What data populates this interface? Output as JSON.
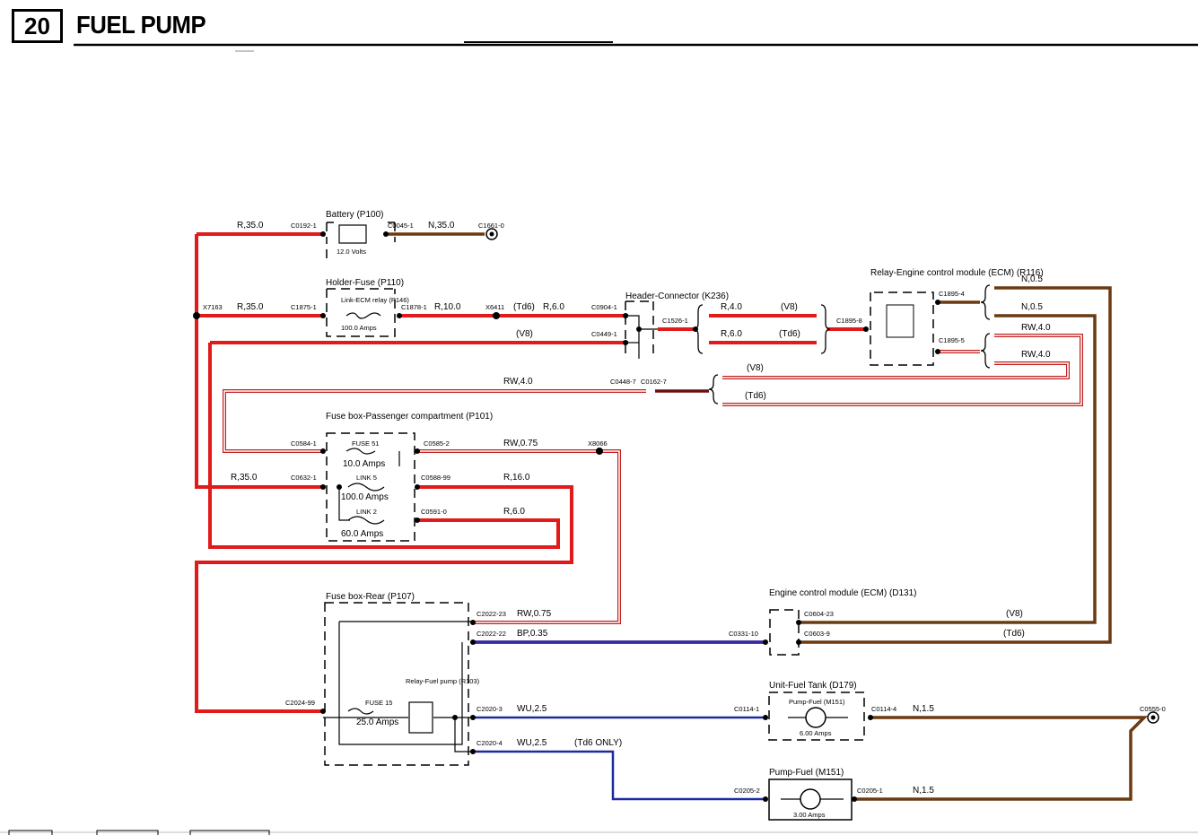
{
  "page": {
    "number": "20",
    "title": "FUEL PUMP"
  },
  "components": {
    "battery": {
      "name": "Battery (P100)",
      "rating": "12.0 Volts"
    },
    "holder_fuse": {
      "name": "Holder-Fuse (P110)",
      "link_label": "Link-ECM relay (P146)",
      "rating": "100.0 Amps"
    },
    "header_connector": {
      "name": "Header-Connector (K236)"
    },
    "ecm_relay": {
      "name": "Relay-Engine control module (ECM) (R116)"
    },
    "fusebox_passenger": {
      "name": "Fuse box-Passenger compartment (P101)",
      "fuse51": "FUSE 51",
      "fuse51_rating": "10.0 Amps",
      "link5": "LINK 5",
      "link5_rating": "100.0 Amps",
      "link2": "LINK 2",
      "link2_rating": "60.0 Amps"
    },
    "fusebox_rear": {
      "name": "Fuse box-Rear (P107)",
      "fuse15": "FUSE 15",
      "fuse15_rating": "25.0 Amps",
      "relay": "Relay-Fuel pump (R103)"
    },
    "ecm": {
      "name": "Engine control module (ECM) (D131)"
    },
    "fuel_tank": {
      "name": "Unit-Fuel Tank (D179)",
      "pump": "Pump-Fuel (M151)",
      "rating": "6.00 Amps"
    },
    "pump_fuel": {
      "name": "Pump-Fuel (M151)",
      "rating": "3.00 Amps"
    }
  },
  "connectors": [
    "C0192-1",
    "C0045-1",
    "C1661-0",
    "X7163",
    "C1875-1",
    "C1878-1",
    "X6411",
    "C0904-1",
    "C0449-1",
    "C1526-1",
    "C1895-8",
    "C1895-4",
    "C1895-5",
    "C0448-7",
    "C0162-7",
    "C0584-1",
    "C0585-2",
    "X8066",
    "C0632-1",
    "C0588-99",
    "C0591-0",
    "C2022-23",
    "C2022-22",
    "C0331-10",
    "C0604-23",
    "C0603-9",
    "C2024-99",
    "C2020-3",
    "C2020-4",
    "C0114-1",
    "C0114-4",
    "C0555-0",
    "C0205-2",
    "C0205-1"
  ],
  "wires": [
    "R,35.0",
    "N,35.0",
    "R,35.0",
    "R,10.0",
    "(Td6)",
    "R,6.0",
    "(V8)",
    "R,4.0",
    "(V8)",
    "R,6.0",
    "(Td6)",
    "N,0.5",
    "N,0.5",
    "RW,4.0",
    "RW,4.0",
    "RW,4.0",
    "(V8)",
    "(Td6)",
    "RW,0.75",
    "R,35.0",
    "R,16.0",
    "R,6.0",
    "RW,0.75",
    "BP,0.35",
    "(V8)",
    "(Td6)",
    "WU,2.5",
    "N,1.5",
    "WU,2.5",
    "(Td6 ONLY)",
    "N,1.5"
  ],
  "colors": {
    "red": "#e11a1a",
    "brown": "#6b3a10",
    "blue": "#1c2aa0",
    "purple": "#5a3aa8",
    "rw_outer": "#c0201e",
    "black": "#000000"
  }
}
